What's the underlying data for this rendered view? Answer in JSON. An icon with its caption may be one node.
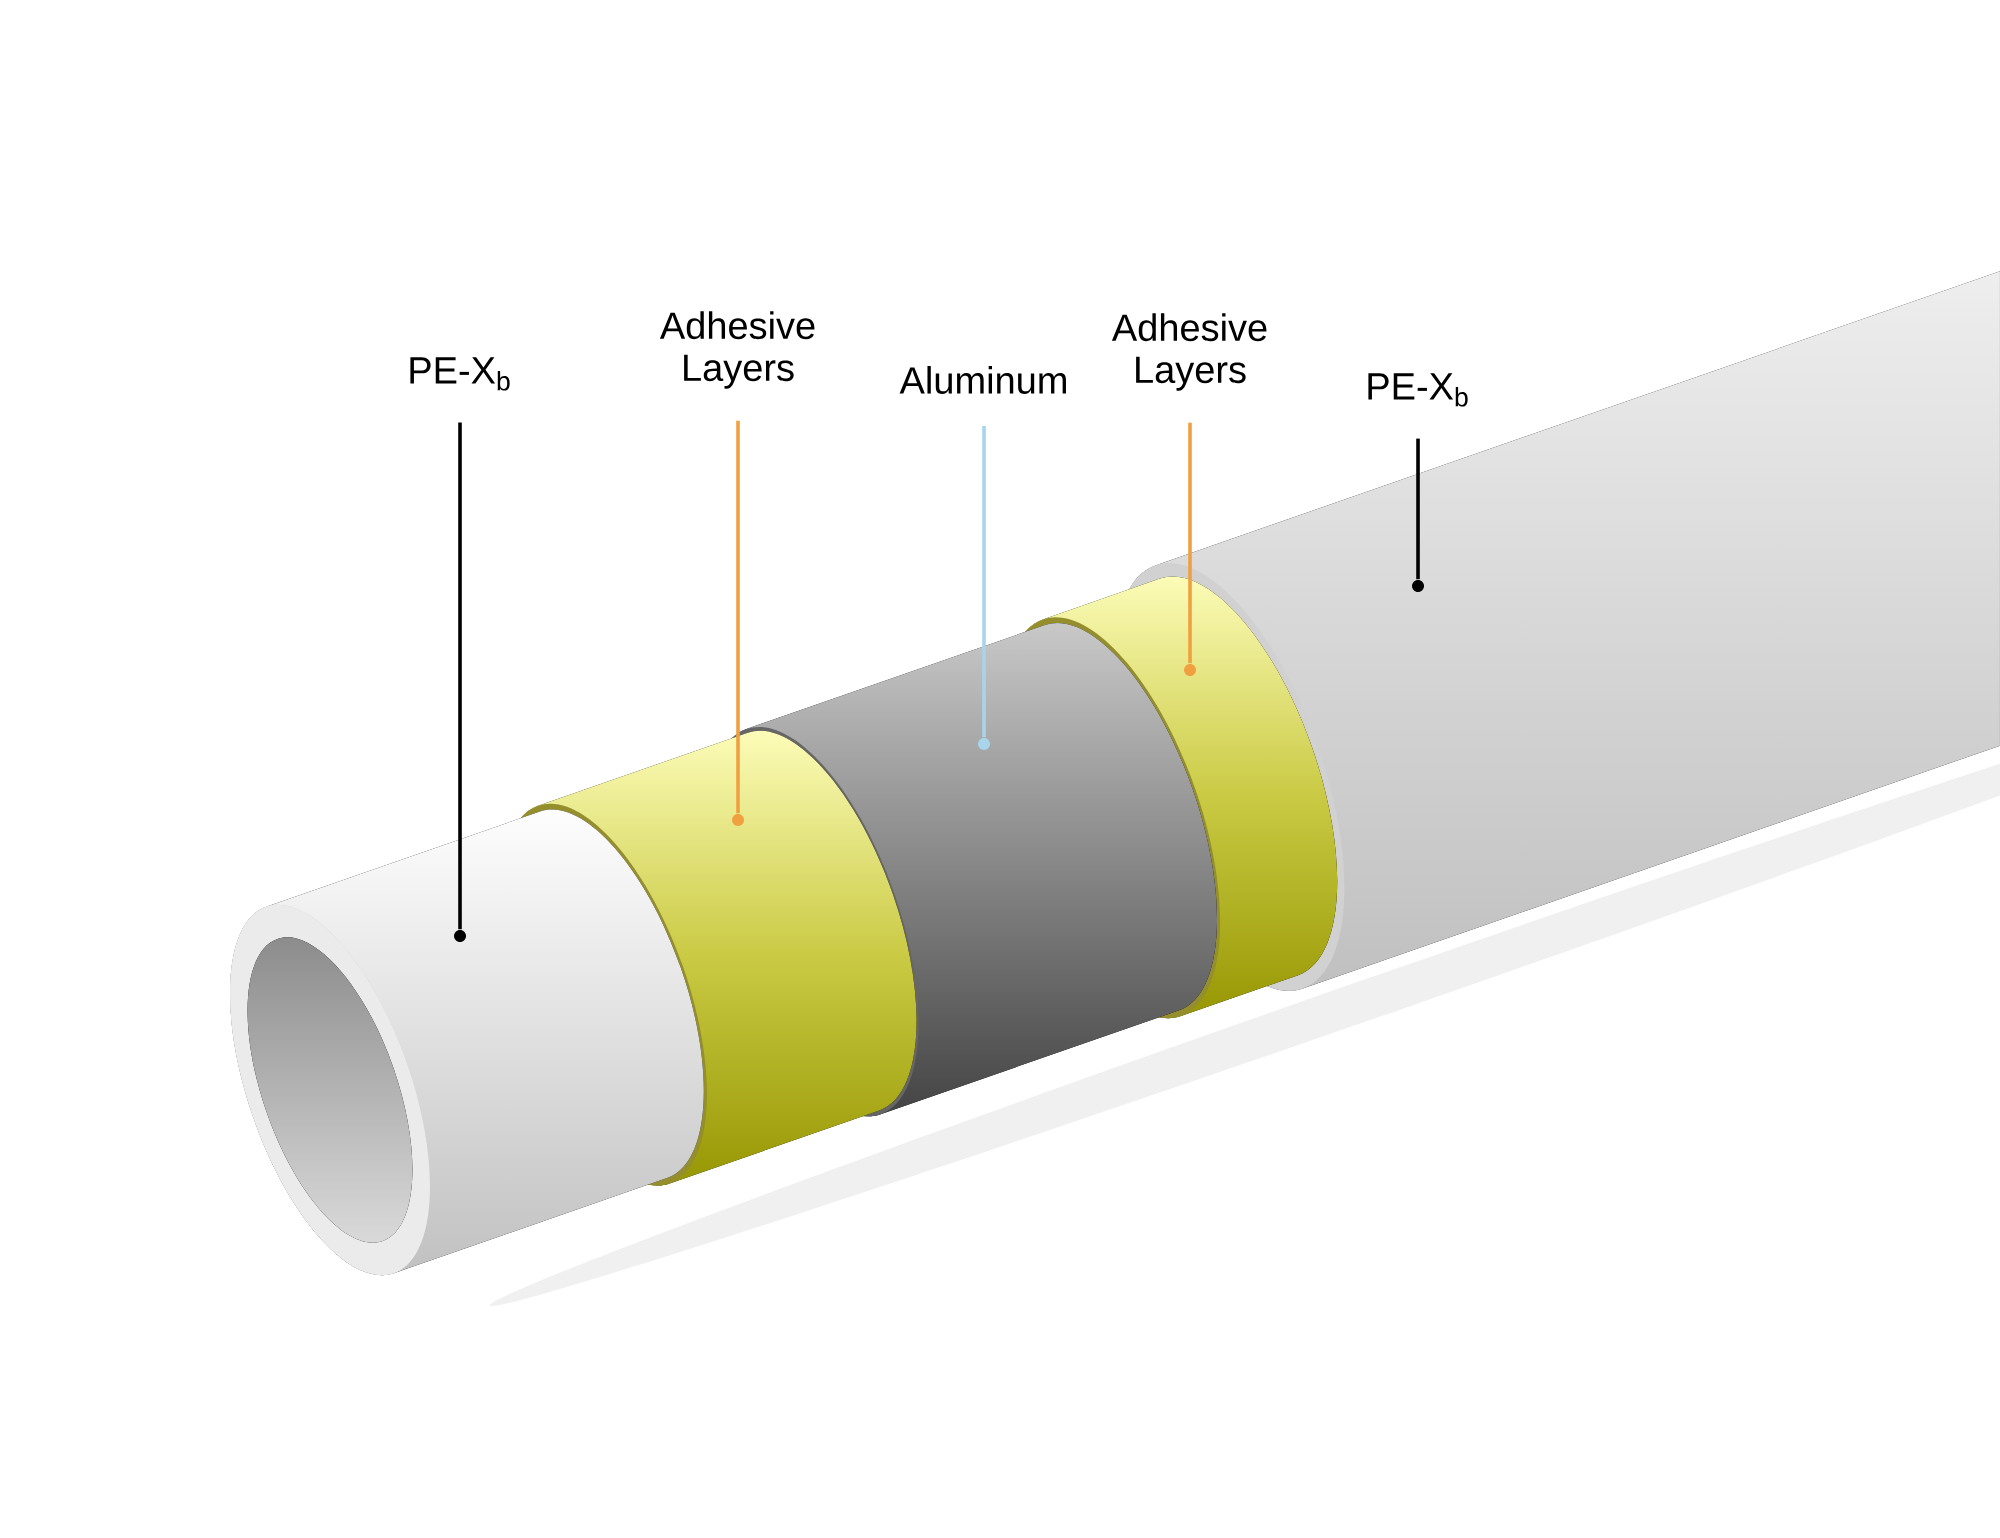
{
  "diagram": {
    "nodes": [
      {
        "text": [
          "PE-X$_{b}$"
        ]
      },
      {
        "text": [
          "Adhesive Layers"
        ]
      },
      {
        "text": [
          "Aluminum"
        ]
      },
      {
        "text": [
          "Adhesive Layers"
        ]
      },
      {
        "text": [
          "PE-X$_{b}$"
        ]
      },
      {
        "text": [],
        "shape": "picture"
      },
      {
        "text": [],
        "shape": "picture"
      },
      {
        "text": [],
        "shape": "picture"
      },
      {
        "text": [],
        "shape": "picture"
      },
      {
        "text": [],
        "shape": "picture"
      }
    ],
    "edges": [
      {
        "from": 0,
        "to": 5,
        "arrow": "none"
      },
      {
        "from": 1,
        "to": 6,
        "arrow": "none",
        "color": "#f0a040"
      },
      {
        "from": 2,
        "to": 7,
        "arrow": "none",
        "color": "#a8d4ec"
      },
      {
        "from": 3,
        "to": 8,
        "arrow": "none",
        "color": "#f0a040"
      },
      {
        "from": 4,
        "to": 9,
        "arrow": "none"
      }
    ]
  }
}
